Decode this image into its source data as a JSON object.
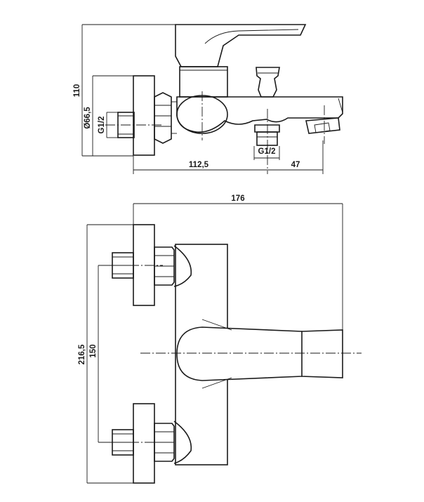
{
  "dimensions": {
    "side_height": "110",
    "side_diameter": "Ø66,5",
    "side_inlet_thread": "G1/2",
    "side_outlet_thread": "G1/2",
    "side_depth": "112,5",
    "side_spout_offset": "47",
    "front_width": "176",
    "front_total_height": "216,5",
    "front_inlet_spacing": "150"
  },
  "colors": {
    "line": "#1a1a1a",
    "background": "#ffffff"
  }
}
